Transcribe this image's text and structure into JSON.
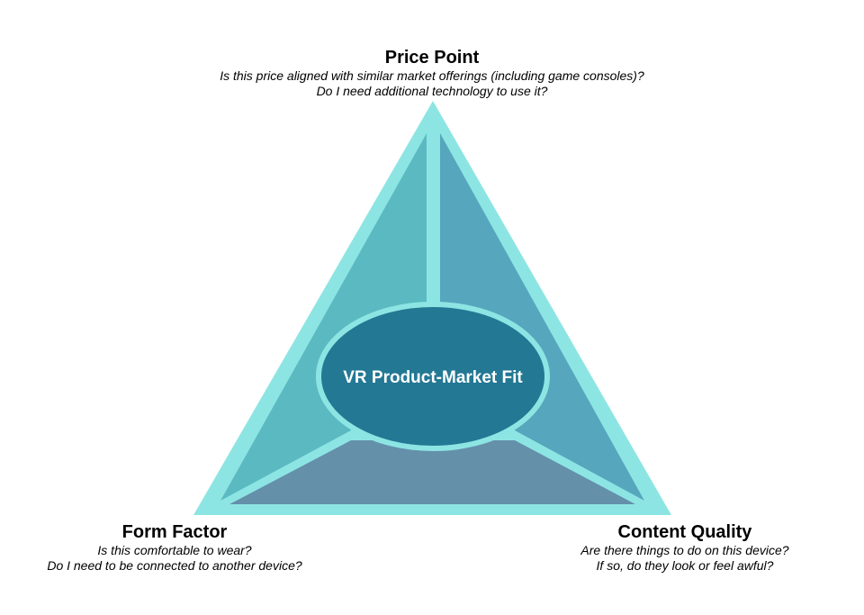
{
  "center": {
    "label": "VR Product-Market Fit"
  },
  "vertices": {
    "top": {
      "title": "Price Point",
      "questions": [
        "Is this price aligned with similar market offerings (including game consoles)?",
        "Do I need additional technology to use it?"
      ]
    },
    "left": {
      "title": "Form Factor",
      "questions": [
        "Is this comfortable to wear?",
        "Do I need to be connected to another device?"
      ]
    },
    "right": {
      "title": "Content Quality",
      "questions": [
        "Are there things to do on this device?",
        "If so, do they look or feel awful?"
      ]
    }
  },
  "colors": {
    "outline": "#8de5e3",
    "left_section": "#5bbac1",
    "right_section": "#56a6bd",
    "bottom_section": "#6490aa",
    "ellipse_fill": "#237894",
    "center_text": "#ffffff"
  }
}
